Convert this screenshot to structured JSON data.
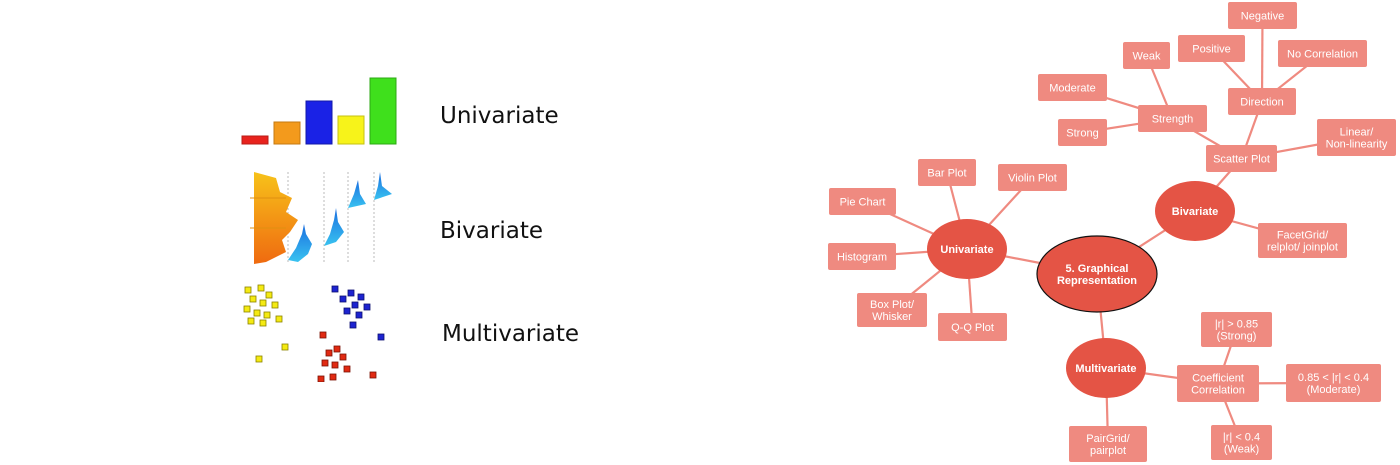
{
  "legend": {
    "univariate": {
      "label": "Univariate",
      "icon": "bar-chart-icon"
    },
    "bivariate": {
      "label": "Bivariate",
      "icon": "distribution-plot-icon"
    },
    "multivariate": {
      "label": "Multivariate",
      "icon": "scatter-clusters-icon"
    }
  },
  "colors": {
    "ellipse": "#e45445",
    "box": "#ef8a80",
    "edge": "#ef8a80",
    "text": "#ffffff"
  },
  "mindmap": {
    "center": "5. Graphical\nRepresentation",
    "hubs": {
      "univariate": "Univariate",
      "bivariate": "Bivariate",
      "multivariate": "Multivariate"
    },
    "univariate_items": {
      "bar_plot": "Bar Plot",
      "violin_plot": "Violin Plot",
      "pie_chart": "Pie Chart",
      "histogram": "Histogram",
      "box_plot": "Box Plot/\nWhisker",
      "qq_plot": "Q-Q Plot"
    },
    "bivariate_items": {
      "scatter_plot": "Scatter Plot",
      "facetgrid": "FacetGrid/\nrelplot/ joinplot",
      "linear": "Linear/\nNon-linearity",
      "strength": "Strength",
      "direction": "Direction",
      "weak": "Weak",
      "moderate": "Moderate",
      "strong": "Strong",
      "positive": "Positive",
      "negative": "Negative",
      "no_correlation": "No Correlation"
    },
    "multivariate_items": {
      "pairgrid": "PairGrid/\npairplot",
      "coefficient": "Coefficient\nCorrelation",
      "strong_range": "|r| > 0.85\n(Strong)",
      "moderate_range": "0.85 < |r| < 0.4\n(Moderate)",
      "weak_range": "|r| < 0.4\n(Weak)"
    }
  }
}
